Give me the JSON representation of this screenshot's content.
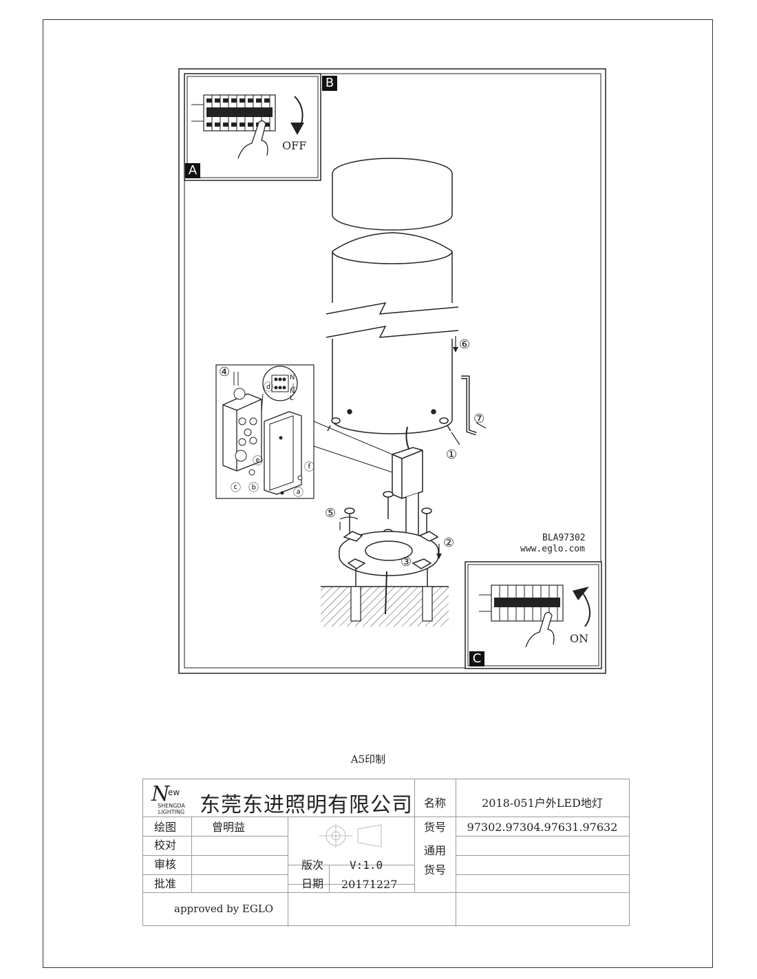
{
  "panels": {
    "a_label": "A",
    "b_label": "B",
    "c_label": "C",
    "off_label": "OFF",
    "on_label": "ON"
  },
  "steps": {
    "s1": "①",
    "s2": "②",
    "s3": "③",
    "s4": "④",
    "s5": "⑤",
    "s6": "⑥",
    "s7": "⑦",
    "sa": "ⓐ",
    "sb": "ⓑ",
    "sc": "ⓒ",
    "sd": "ⓓ",
    "se": "ⓔ",
    "sf": "ⓕ"
  },
  "terminal_labels": {
    "n1": "N",
    "earth": "⏚",
    "n2": "N",
    "l": "L"
  },
  "model_code": "BLA97302",
  "website": "www.eglo.com",
  "print_note": "A5印制",
  "title_block": {
    "logo_letter": "N",
    "logo_ew": "ew",
    "logo_line1": "SHENGDA",
    "logo_line2": "LIGHTING",
    "company": "东莞东进照明有限公司",
    "name_label": "名称",
    "name_value": "2018-051户外LED地灯",
    "draw_label": "绘图",
    "draw_value": "曾明益",
    "item_label": "货号",
    "item_value": "97302.97304.97631.97632",
    "check_label": "校对",
    "general_label_1": "通用",
    "general_label_2": "货号",
    "review_label": "审核",
    "version_label": "版次",
    "version_value": "V:1.0",
    "approve_label": "批准",
    "date_label": "日期",
    "date_value": "20171227",
    "approved_by": "approved by EGLO"
  }
}
